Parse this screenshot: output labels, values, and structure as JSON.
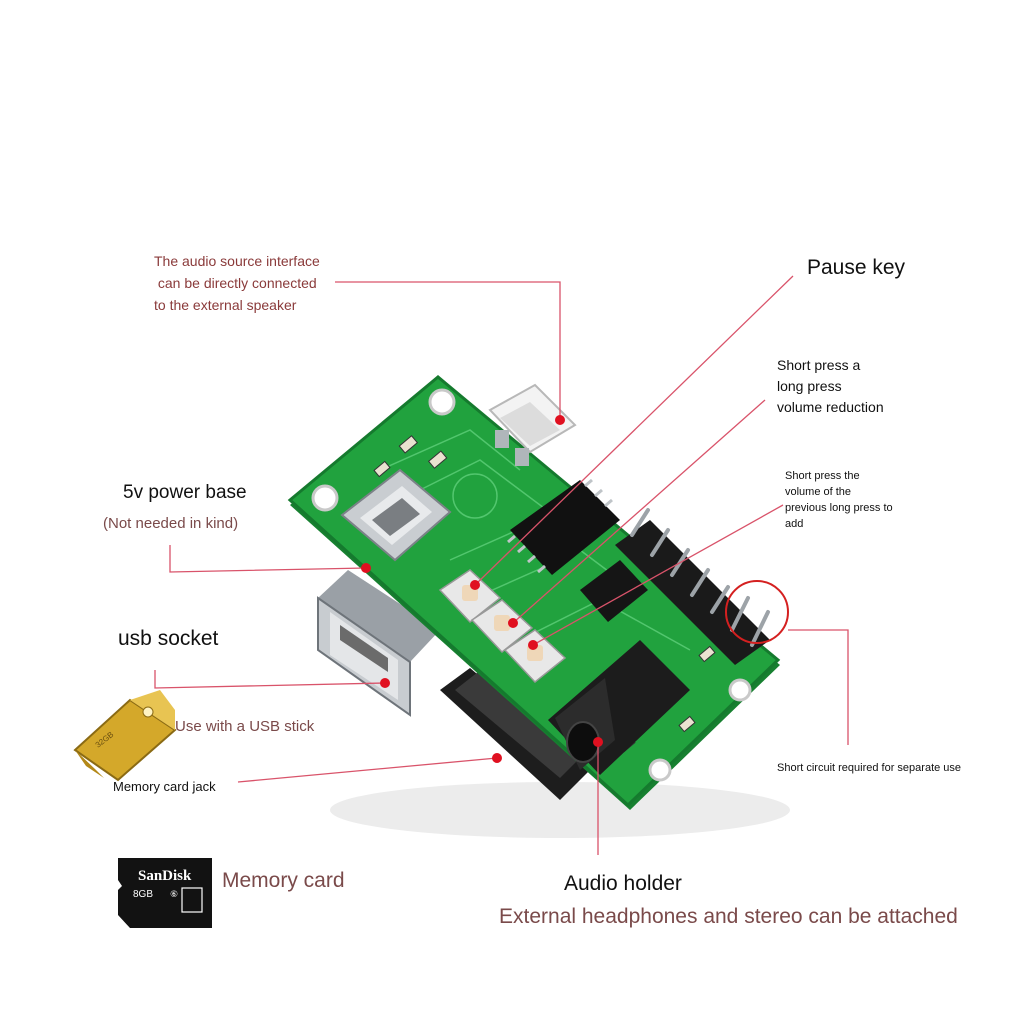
{
  "labels": {
    "audio_source": {
      "lines": [
        "The audio source interface",
        " can be directly connected",
        "to the external speaker"
      ]
    },
    "pause_key": "Pause key",
    "short_press_a": {
      "lines": [
        "Short press a",
        "long press",
        "volume reduction"
      ]
    },
    "short_press_the": {
      "lines": [
        "Short press the",
        "volume of the",
        "previous long press to",
        "add"
      ]
    },
    "power_base": {
      "title": "5v power base",
      "subtitle": "(Not needed in kind)"
    },
    "usb_socket": "usb socket",
    "use_with_usb": "Use with a USB stick",
    "memory_card_jack": "Memory card jack",
    "short_circuit": "Short circuit required for separate use",
    "memory_card": "Memory card",
    "audio_holder": {
      "title": "Audio holder",
      "subtitle": "External headphones and stereo can be attached"
    }
  },
  "product_marks": {
    "sd_brand": "SanDisk",
    "sd_capacity": "8GB",
    "usb_capacity": "32GB"
  },
  "colors": {
    "callout_line": "#d9536a",
    "callout_dot": "#e01020",
    "pcb_green": "#1e9a3a",
    "circle_highlight": "#d42020"
  }
}
